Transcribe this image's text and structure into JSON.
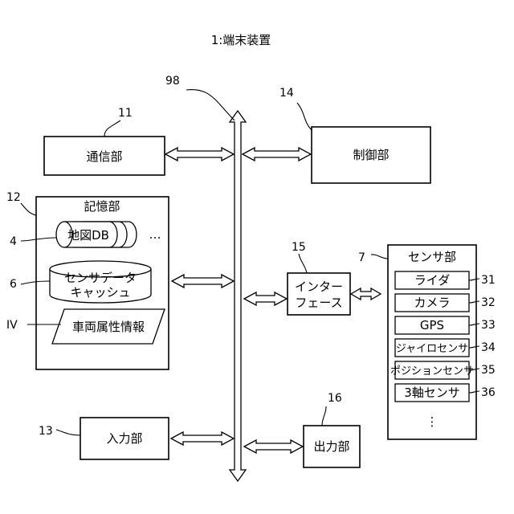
{
  "title": "1:端末装置",
  "bus": {
    "number": "98"
  },
  "comm": {
    "label": "通信部",
    "number": "11"
  },
  "control": {
    "label": "制御部",
    "number": "14"
  },
  "storage": {
    "label": "記憶部",
    "number": "12",
    "map_db": {
      "label": "地図DB",
      "number": "4"
    },
    "ellipsis": "…",
    "sensor_cache": {
      "line1": "センサデータ",
      "line2": "キャッシュ",
      "number": "6"
    },
    "vehicle_attr": {
      "label": "車両属性情報",
      "number": "IV"
    }
  },
  "interface": {
    "line1": "インター",
    "line2": "フェース",
    "number": "15"
  },
  "sensor": {
    "label": "センサ部",
    "number": "7",
    "items": [
      {
        "label": "ライダ",
        "number": "31"
      },
      {
        "label": "カメラ",
        "number": "32"
      },
      {
        "label": "GPS",
        "number": "33"
      },
      {
        "label": "ジャイロセンサ",
        "number": "34"
      },
      {
        "label": "ポジションセンサ",
        "number": "35"
      },
      {
        "label": "3軸センサ",
        "number": "36"
      }
    ],
    "ellipsis": "⋮"
  },
  "input": {
    "label": "入力部",
    "number": "13"
  },
  "output": {
    "label": "出力部",
    "number": "16"
  }
}
